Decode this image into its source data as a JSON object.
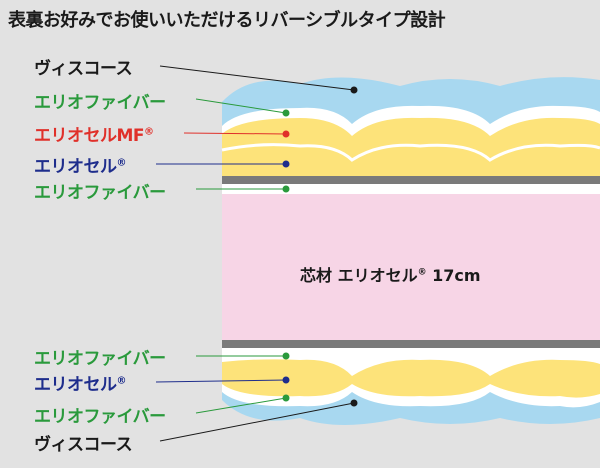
{
  "heading": "表裏お好みでお使いいただけるリバーシブルタイプ設計",
  "core_label": {
    "text": "芯材 エリオセル",
    "mark": "®",
    "size": " 17cm"
  },
  "labels": {
    "top_viscose": {
      "text": "ヴィスコース",
      "mark": ""
    },
    "top_fiber_1": {
      "text": "エリオファイバー",
      "mark": ""
    },
    "top_cell_mf": {
      "text": "エリオセルMF",
      "mark": "®"
    },
    "top_cell": {
      "text": "エリオセル",
      "mark": "®"
    },
    "top_fiber_2": {
      "text": "エリオファイバー",
      "mark": ""
    },
    "bottom_fiber_1": {
      "text": "エリオファイバー",
      "mark": ""
    },
    "bottom_cell": {
      "text": "エリオセル",
      "mark": "®"
    },
    "bottom_fiber_2": {
      "text": "エリオファイバー",
      "mark": ""
    },
    "bottom_viscose": {
      "text": "ヴィスコース",
      "mark": ""
    }
  },
  "colors": {
    "viscose": "#a8d8f0",
    "fiber_layer": "#ffffff",
    "cell_layer": "#fde37a",
    "core": "#f7d5e6",
    "gray_band": "#7a7a7a",
    "label_dark": "#1a1a1a",
    "label_green": "#2a9a3c",
    "label_red": "#e0302a",
    "label_navy": "#1e2d8c"
  }
}
